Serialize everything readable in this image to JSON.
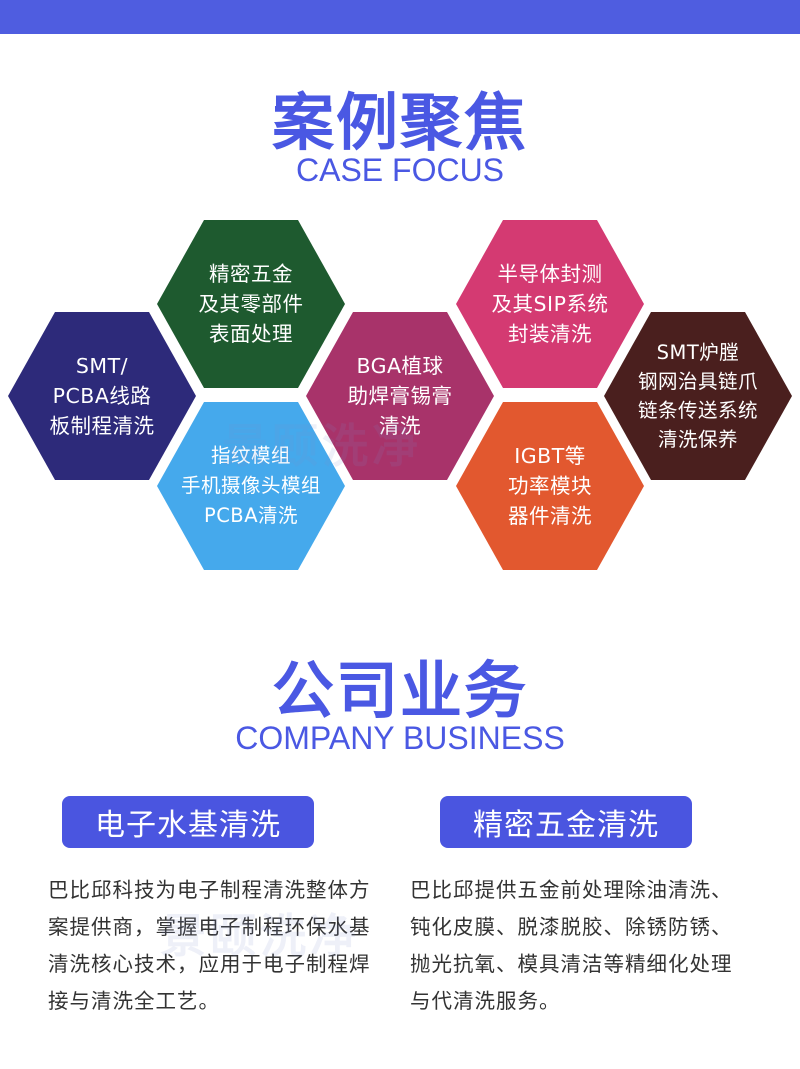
{
  "section_case": {
    "title_cn": "案例聚焦",
    "title_en": "CASE FOCUS"
  },
  "hexagons": [
    {
      "text": "精密五金\n及其零部件\n表面处理",
      "color": "#1e5a2f"
    },
    {
      "text": "SMT/\nPCBA线路\n板制程清洗",
      "color": "#2d2a7a"
    },
    {
      "text": "BGA植球\n助焊膏锡膏\n清洗",
      "color": "#a8336a"
    },
    {
      "text": "指纹模组\n手机摄像头模组\nPCBA清洗",
      "color": "#45a9ec"
    },
    {
      "text": "半导体封测\n及其SIP系统\n封装清洗",
      "color": "#d43a72"
    },
    {
      "text": "SMT炉膛\n钢网治具链爪\n链条传送系统\n清洗保养",
      "color": "#4a1f1e"
    },
    {
      "text": "IGBT等\n功率模块\n器件清洗",
      "color": "#e2582f"
    }
  ],
  "watermark": "景颐洗净",
  "section_business": {
    "title_cn": "公司业务",
    "title_en": "COMPANY BUSINESS"
  },
  "business": [
    {
      "label": "电子水基清洗",
      "desc": "巴比邱科技为电子制程清洗整体方案提供商，掌握电子制程环保水基清洗核心技术，应用于电子制程焊接与清洗全工艺。"
    },
    {
      "label": "精密五金清洗",
      "desc": "巴比邱提供五金前处理除油清洗、钝化皮膜、脱漆脱胶、除锈防锈、抛光抗氧、模具清洁等精细化处理与代清洗服务。"
    }
  ]
}
